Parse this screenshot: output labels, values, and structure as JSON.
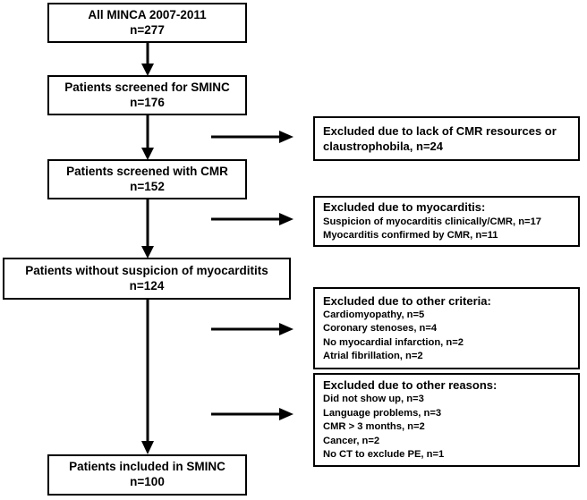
{
  "diagram": {
    "title": "MINCA / SMINC patient flow diagram",
    "type": "flowchart",
    "stroke_color": "#000000",
    "fill_color": "#ffffff",
    "text_color": "#000000"
  },
  "nodes": [
    {
      "id": "all-minca",
      "label": "All MINCA 2007-2011",
      "count": "n=277"
    },
    {
      "id": "screened-for-sminc",
      "label": "Patients screened for SMINC",
      "count": "n=176"
    },
    {
      "id": "screened-with-cmr",
      "label": "Patients screened with CMR",
      "count": "n=152"
    },
    {
      "id": "without-suspicion",
      "label": "Patients without suspicion of myocarditits",
      "count": "n=124"
    },
    {
      "id": "included-in-sminc",
      "label": "Patients included in SMINC",
      "count": "n=100"
    }
  ],
  "exclusions": [
    {
      "id": "lack-of-cmr-resources",
      "heading": "Excluded due to lack of CMR resources or claustrophobila, n=24",
      "items": []
    },
    {
      "id": "myocarditis",
      "heading": "Excluded due to myocarditis:",
      "items": [
        "Suspicion of myocarditis clinically/CMR, n=17",
        "Myocarditis confirmed by CMR, n=11"
      ]
    },
    {
      "id": "other-criteria",
      "heading": "Excluded due to other criteria:",
      "items": [
        "Cardiomyopathy, n=5",
        "Coronary stenoses, n=4",
        "No myocardial infarction, n=2",
        "Atrial fibrillation, n=2"
      ]
    },
    {
      "id": "other-reasons",
      "heading": "Excluded due to other reasons:",
      "items": [
        "Did not show up, n=3",
        "Language problems, n=3",
        "CMR > 3 months, n=2",
        "Cancer, n=2",
        "No CT to exclude PE, n=1"
      ]
    }
  ]
}
